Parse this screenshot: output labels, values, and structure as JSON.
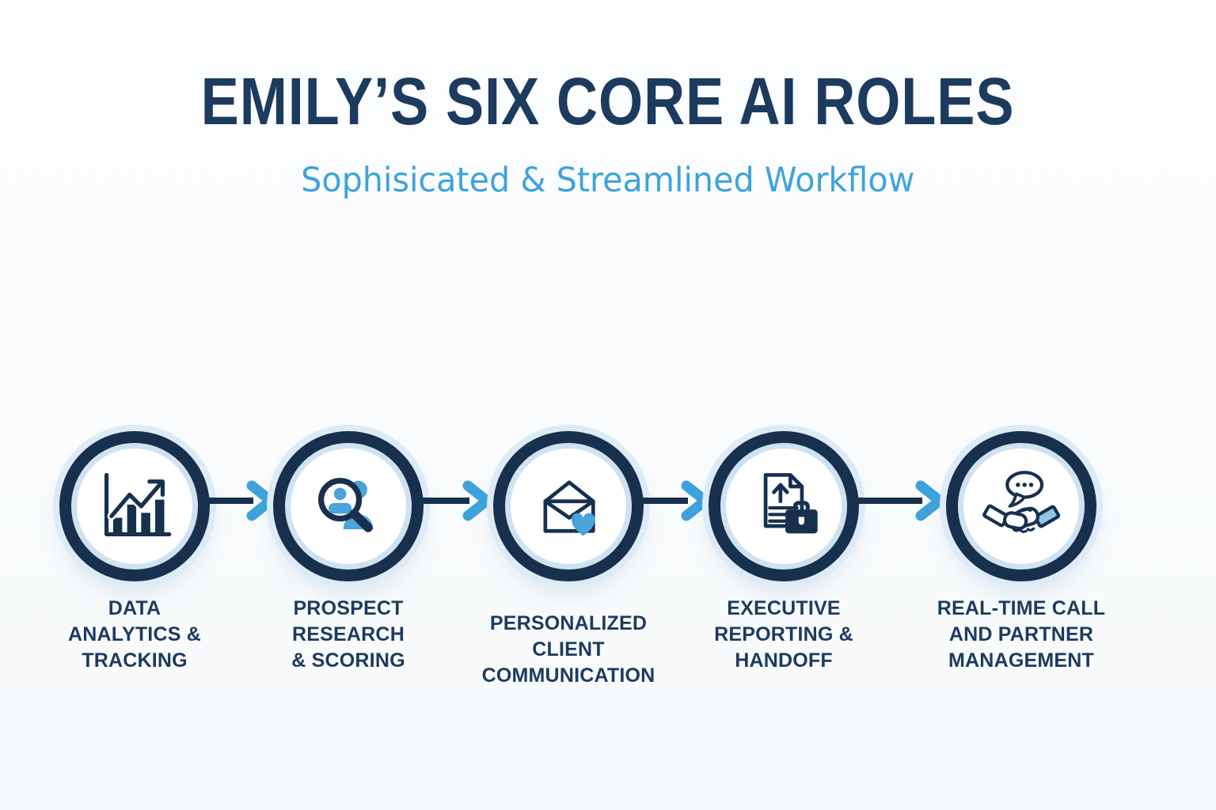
{
  "header": {
    "title": "EMILY’S SIX CORE AI ROLES",
    "subtitle": "Sophisicated & Streamlined Workflow"
  },
  "colors": {
    "navy": "#1d3a5f",
    "ring_navy": "#17304e",
    "accent_blue": "#3ea3dc",
    "icon_blue": "#4aa3da",
    "pale_ring": "#cfe2f1",
    "halo": "#dcebf6",
    "background": "#fafcfd"
  },
  "workflow": {
    "connector_icon": "arrow-right-icon",
    "steps": [
      {
        "icon": "bar-chart-trend-icon",
        "label_lines": [
          "DATA",
          "ANALYTICS &",
          "TRACKING"
        ]
      },
      {
        "icon": "magnifier-people-icon",
        "label_lines": [
          "PROSPECT",
          "RESEARCH",
          "& SCORING"
        ]
      },
      {
        "icon": "envelope-heart-icon",
        "label_lines": [
          "PERSONALIZED",
          "CLIENT",
          "COMMUNICATION"
        ]
      },
      {
        "icon": "document-briefcase-icon",
        "label_lines": [
          "EXECUTIVE",
          "REPORTING &",
          "HANDOFF"
        ]
      },
      {
        "icon": "handshake-chat-icon",
        "label_lines": [
          "REAL-TIME CALL",
          "AND PARTNER",
          "MANAGEMENT"
        ]
      }
    ]
  }
}
